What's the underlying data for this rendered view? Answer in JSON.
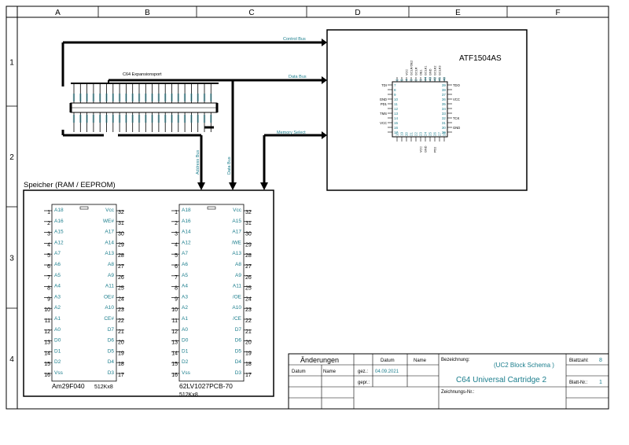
{
  "frame": {
    "columns": [
      "A",
      "B",
      "C",
      "D",
      "E",
      "F"
    ],
    "rows": [
      "1",
      "2",
      "3",
      "4"
    ]
  },
  "buses": {
    "control": "Control Bus",
    "data": "Data Bus",
    "memory_select": "Memory Select",
    "address_vertical": "Address Bus",
    "data_vertical": "Data Bus"
  },
  "connector": {
    "title": "C64 Expansionsport"
  },
  "cpld": {
    "name": "ATF1504AS",
    "left_pins": [
      "7",
      "8",
      "9",
      "10",
      "11",
      "12",
      "13",
      "14",
      "15",
      "16",
      "17"
    ],
    "right_pins": [
      "39",
      "38",
      "37",
      "36",
      "35",
      "34",
      "33",
      "32",
      "31",
      "30",
      "29"
    ],
    "top_pins": [
      "6",
      "5",
      "4",
      "3",
      "2",
      "1",
      "44",
      "43",
      "42",
      "41",
      "40"
    ],
    "bottom_pins": [
      "18",
      "19",
      "20",
      "21",
      "22",
      "23",
      "24",
      "25",
      "26",
      "27",
      "28"
    ],
    "left_signals": [
      "TDI",
      "",
      "",
      "GND",
      "PD1",
      "",
      "TMS",
      "",
      "VCC",
      "",
      ""
    ],
    "right_signals": [
      "TDO",
      "",
      "",
      "VCC",
      "",
      "",
      "",
      "TCK",
      "",
      "GND",
      ""
    ],
    "top_signals": [
      "",
      "",
      "VCC",
      "GCLR/OE2",
      "GCLR",
      "OE1",
      "GCLK1",
      "GND",
      "GCLK2",
      "GCLK3",
      ""
    ],
    "bottom_signals": [
      "",
      "",
      "",
      "",
      "",
      "VCC",
      "GND",
      "",
      "PD2",
      "",
      ""
    ]
  },
  "memory": {
    "title": "Speicher (RAM / EEPROM)",
    "chip1": {
      "part": "Am29F040",
      "org": "512Kx8",
      "left_labels": [
        "A18",
        "A16",
        "A15",
        "A12",
        "A7",
        "A6",
        "A5",
        "A4",
        "A3",
        "A2",
        "A1",
        "A0",
        "D0",
        "D1",
        "D2",
        "Vss"
      ],
      "right_labels": [
        "Vcc",
        "WE#",
        "A17",
        "A14",
        "A13",
        "A8",
        "A9",
        "A11",
        "OE#",
        "A10",
        "CE#",
        "D7",
        "D6",
        "D5",
        "D4",
        "D3"
      ]
    },
    "chip2": {
      "part": "62LV1027PCB-70",
      "org": "512Kx8",
      "left_labels": [
        "A18",
        "A16",
        "A14",
        "A12",
        "A7",
        "A6",
        "A5",
        "A4",
        "A3",
        "A2",
        "A1",
        "A0",
        "D0",
        "D1",
        "D2",
        "Vss"
      ],
      "right_labels": [
        "Vcc",
        "A15",
        "A17",
        "/WE",
        "A13",
        "A8",
        "A9",
        "A11",
        "/OE",
        "A10",
        "/CE",
        "D7",
        "D6",
        "D5",
        "D4",
        "D3"
      ]
    },
    "left_pin_numbers": [
      "1",
      "2",
      "3",
      "4",
      "5",
      "6",
      "7",
      "8",
      "9",
      "10",
      "11",
      "12",
      "13",
      "14",
      "15",
      "16"
    ],
    "right_pin_numbers": [
      "32",
      "31",
      "30",
      "29",
      "28",
      "27",
      "26",
      "25",
      "24",
      "23",
      "22",
      "21",
      "20",
      "19",
      "18",
      "17"
    ]
  },
  "title_block": {
    "changes": "Änderungen",
    "date_col": "Datum",
    "name_col": "Name",
    "row_date": "Datum",
    "row_name": "Name",
    "drawn": "gez.:",
    "drawn_date": "04.09.2021",
    "checked": "gepr.:",
    "designation_label": "Bezeichnung:",
    "designation_line1": "(UC2 Block Schema )",
    "designation_line2": "C64 Universal Cartridge 2",
    "drawing_no_label": "Zeichnungs-Nr.:",
    "sheets_label": "Blattzahl:",
    "sheets_value": "8",
    "sheet_no_label": "Blatt-Nr.:",
    "sheet_no_value": "1"
  },
  "colors": {
    "accent": "#1a7d8c",
    "line": "#000000",
    "header_fill": "#ffffff"
  }
}
